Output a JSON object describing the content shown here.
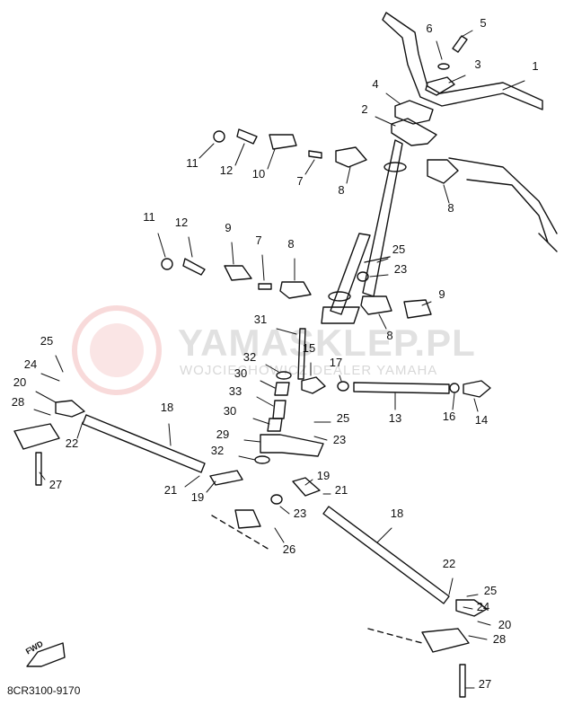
{
  "diagram": {
    "code": "8CR3100-9170",
    "watermark": {
      "main": "YAMASKLEP.PL",
      "sub": "WOJCIECHOWICZ DEALER YAMAHA"
    },
    "fwd_label": "FWD",
    "callouts": [
      {
        "n": "1"
      },
      {
        "n": "2"
      },
      {
        "n": "3"
      },
      {
        "n": "4"
      },
      {
        "n": "5"
      },
      {
        "n": "6"
      },
      {
        "n": "11"
      },
      {
        "n": "12"
      },
      {
        "n": "10"
      },
      {
        "n": "7"
      },
      {
        "n": "8"
      },
      {
        "n": "8"
      },
      {
        "n": "11"
      },
      {
        "n": "12"
      },
      {
        "n": "9"
      },
      {
        "n": "7"
      },
      {
        "n": "8"
      },
      {
        "n": "25"
      },
      {
        "n": "23"
      },
      {
        "n": "9"
      },
      {
        "n": "8"
      },
      {
        "n": "31"
      },
      {
        "n": "15"
      },
      {
        "n": "17"
      },
      {
        "n": "32"
      },
      {
        "n": "30"
      },
      {
        "n": "33"
      },
      {
        "n": "30"
      },
      {
        "n": "29"
      },
      {
        "n": "32"
      },
      {
        "n": "25"
      },
      {
        "n": "23"
      },
      {
        "n": "19"
      },
      {
        "n": "21"
      },
      {
        "n": "23"
      },
      {
        "n": "26"
      },
      {
        "n": "13"
      },
      {
        "n": "16"
      },
      {
        "n": "14"
      },
      {
        "n": "25"
      },
      {
        "n": "24"
      },
      {
        "n": "20"
      },
      {
        "n": "28"
      },
      {
        "n": "22"
      },
      {
        "n": "27"
      },
      {
        "n": "18"
      },
      {
        "n": "21"
      },
      {
        "n": "19"
      },
      {
        "n": "18"
      },
      {
        "n": "22"
      },
      {
        "n": "25"
      },
      {
        "n": "24"
      },
      {
        "n": "20"
      },
      {
        "n": "28"
      },
      {
        "n": "27"
      }
    ]
  }
}
